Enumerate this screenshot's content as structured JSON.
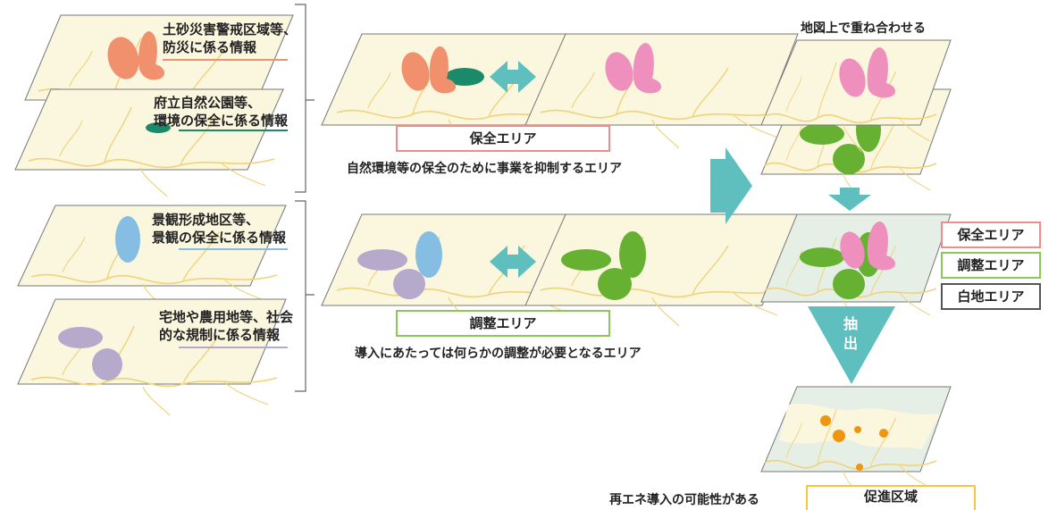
{
  "colors": {
    "map_fill": "#fbf6de",
    "map_fill_alt": "#e6efe6",
    "river": "#f0d27a",
    "orange_zone": "#f0906c",
    "teal_zone": "#1a8a6a",
    "pink_zone": "#ee8fbe",
    "green_zone": "#66b132",
    "blue_zone": "#86bde2",
    "purple_zone": "#b6aacc",
    "arrow_teal": "#5fbfbe",
    "point_orange": "#f0950f"
  },
  "left_layers": [
    {
      "line1": "土砂災害警戒区域等、",
      "line2": "防災に係る情報"
    },
    {
      "line1": "府立自然公園等、",
      "line2": "環境の保全に係る情報"
    },
    {
      "line1": "景観形成地区等、",
      "line2": "景観の保全に係る情報"
    },
    {
      "line1": "宅地や農用地等、社会",
      "line2": "的な規制に係る情報"
    }
  ],
  "middle": {
    "conservation_label": "保全エリア",
    "conservation_desc": "自然環境等の保全のために事業を抑制するエリア",
    "adjustment_label": "調整エリア",
    "adjustment_desc": "導入にあたっては何らかの調整が必要となるエリア"
  },
  "right": {
    "overlay_title": "地図上で重ね合わせる",
    "legend": [
      "保全エリア",
      "調整エリア",
      "白地エリア"
    ],
    "extract_line1": "抽",
    "extract_line2": "出",
    "result_desc": "再エネ導入の可能性がある",
    "result_label": "促進区域"
  }
}
